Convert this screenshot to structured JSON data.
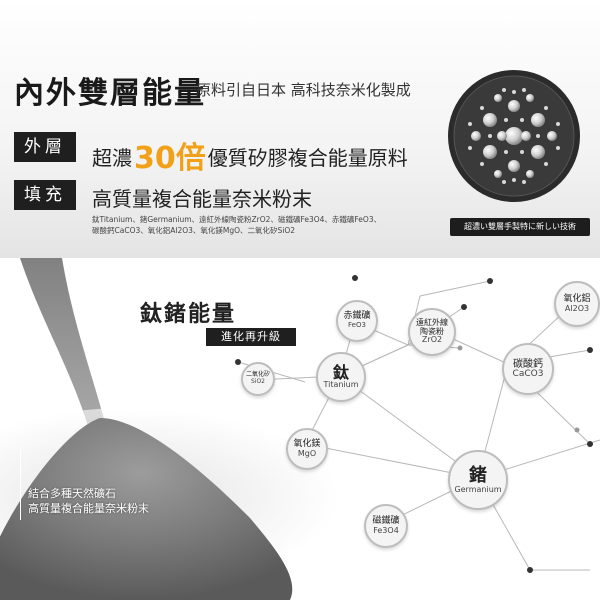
{
  "header": {
    "title": "內外雙層能量",
    "subtitle": "原料引自日本 高科技奈米化製成"
  },
  "outer": {
    "tag": "外層",
    "text_before": "超濃",
    "highlight": "30倍",
    "text_after": "優質矽膠複合能量原料"
  },
  "filling": {
    "tag": "填充",
    "text": "高質量複合能量奈米粉末",
    "minerals_line1": "鈦Titanium、鍺Germanium、遠紅外線陶瓷粉ZrO2、磁鐵礦Fe3O4、赤鐵礦FeO3、",
    "minerals_line2": "碳酸鈣CaCO3、氧化鋁Al2O3、氧化鎂MgO、二氧化矽SiO2"
  },
  "circle_caption": "超濃い雙層手製特に新しい技術",
  "energy": {
    "title": "鈦鍺能量",
    "subtitle": "進化再升級"
  },
  "side_note": {
    "line1": "結合多種天然礦石",
    "line2": "高質量複合能量奈米粉末"
  },
  "nodes": {
    "hematite": {
      "zh": "赤鐵礦",
      "en": "FeO3"
    },
    "zro2": {
      "zh": "遠紅外線\n陶瓷粉",
      "en": "ZrO2"
    },
    "al2o3": {
      "zh": "氧化鋁",
      "en": "Al2O3"
    },
    "sio2": {
      "zh": "二氧化矽",
      "en": "SiO2"
    },
    "titanium": {
      "zh": "鈦",
      "en": "Titanium"
    },
    "caco3": {
      "zh": "碳酸鈣",
      "en": "CaCO3"
    },
    "mgo": {
      "zh": "氧化鎂",
      "en": "MgO"
    },
    "germanium": {
      "zh": "鍺",
      "en": "Germanium"
    },
    "magnetite": {
      "zh": "磁鐵礦",
      "en": "Fe3O4"
    }
  },
  "colors": {
    "accent": "#f1a117",
    "dark": "#1f1f1f"
  }
}
